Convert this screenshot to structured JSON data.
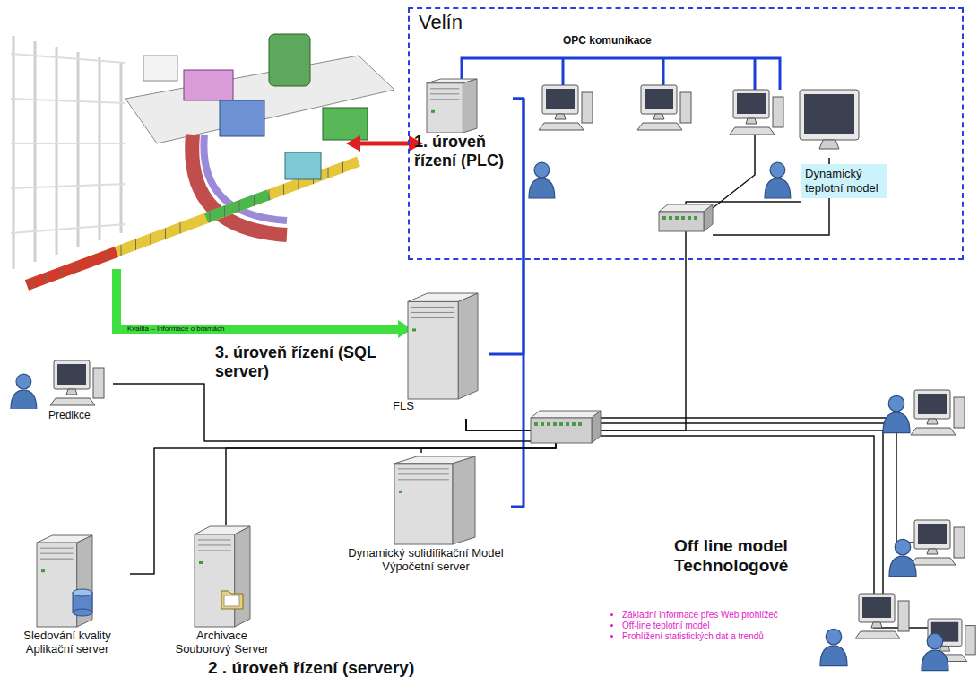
{
  "diagram": {
    "nodes": [
      {
        "text": [
          "Velín"
        ]
      },
      {
        "text": [
          "1. úroveň řízení (PLC)"
        ],
        "in": 0
      },
      {
        "text": [
          "Dynamický teplotní model"
        ],
        "in": 0
      },
      {
        "text": [
          "3. úroveň řízení (SQL server)",
          "FLS"
        ]
      },
      {
        "text": [
          "Predikce"
        ]
      },
      {
        "text": [
          "Sledování kvality Aplikační server"
        ]
      },
      {
        "text": [
          "Archivace Souborový Server"
        ]
      },
      {
        "text": [
          "Dynamický solidifikační Model Výpočetní server"
        ]
      },
      {
        "text": [
          "Off line model Technologové"
        ]
      }
    ],
    "edges": [
      {
        "from": 1,
        "to": 3,
        "arrow": "none"
      },
      {
        "from": 1,
        "to": 7,
        "arrow": "none"
      },
      {
        "from": 4,
        "to": 3,
        "arrow": "none"
      },
      {
        "from": 5,
        "to": 3,
        "arrow": "none"
      },
      {
        "from": 6,
        "to": 3,
        "arrow": "none"
      },
      {
        "from": 7,
        "to": 3,
        "arrow": "none"
      },
      {
        "from": 2,
        "to": 3,
        "arrow": "none"
      }
    ],
    "labels": [
      "OPC komunikace",
      "Kvalita – Informace o bramách",
      "2 . úroveň řízení (servery)",
      "Základní informace přes Web prohlížeč",
      "Off-line teplotní model",
      "Prohlížení statistických dat a trendů"
    ]
  }
}
